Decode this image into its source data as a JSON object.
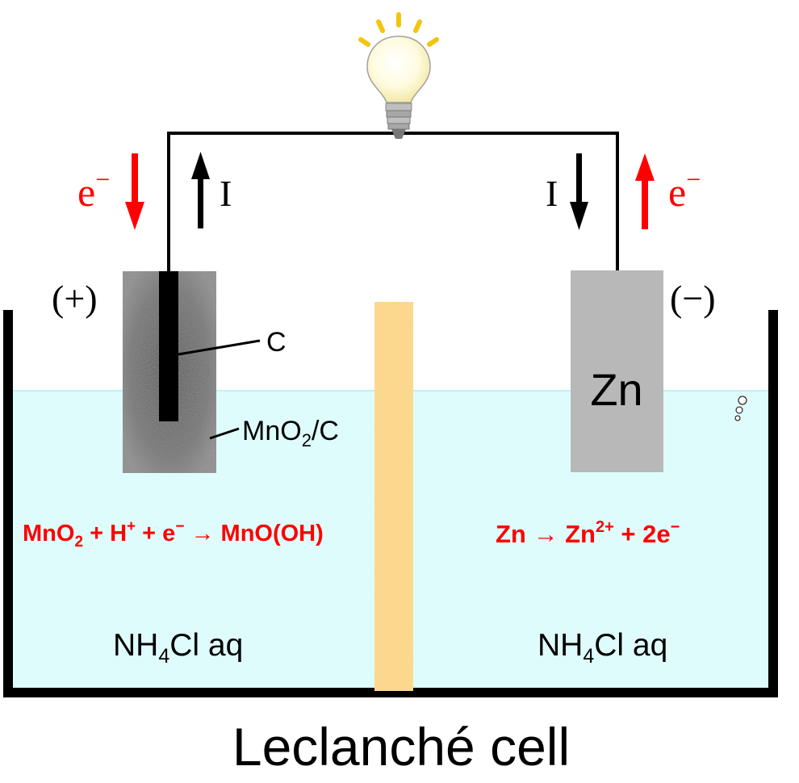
{
  "title": "Leclanché cell",
  "colors": {
    "electrolyte": "#dffcfd",
    "electron_arrow": "#ff0000",
    "reaction_text": "#ff0000",
    "separator": "#f7c565",
    "zinc": "#b8b8b8",
    "mno2": "#6f6f6f"
  },
  "icons": {
    "bulb": "light-bulb-icon"
  },
  "left": {
    "polarity": "(+)",
    "electron": "e",
    "electron_sup": "−",
    "current": "I",
    "electrode_label": "C",
    "mix_label": {
      "main": "MnO",
      "sub": "2",
      "rest": "/C"
    },
    "reaction": {
      "a": "MnO",
      "a_sub": "2",
      "b": " + H",
      "b_sup": "+",
      "c": " + e",
      "c_sup": "−",
      "d": " → MnO(OH)"
    },
    "electrolyte": {
      "a": "NH",
      "sub": "4",
      "b": "Cl aq"
    }
  },
  "right": {
    "polarity": "(−)",
    "electron": "e",
    "electron_sup": "−",
    "current": "I",
    "electrode_label": "Zn",
    "reaction": {
      "a": "Zn → Zn",
      "a_sup": "2+",
      "b": " + 2e",
      "b_sup": "−"
    },
    "electrolyte": {
      "a": "NH",
      "sub": "4",
      "b": "Cl aq"
    }
  }
}
